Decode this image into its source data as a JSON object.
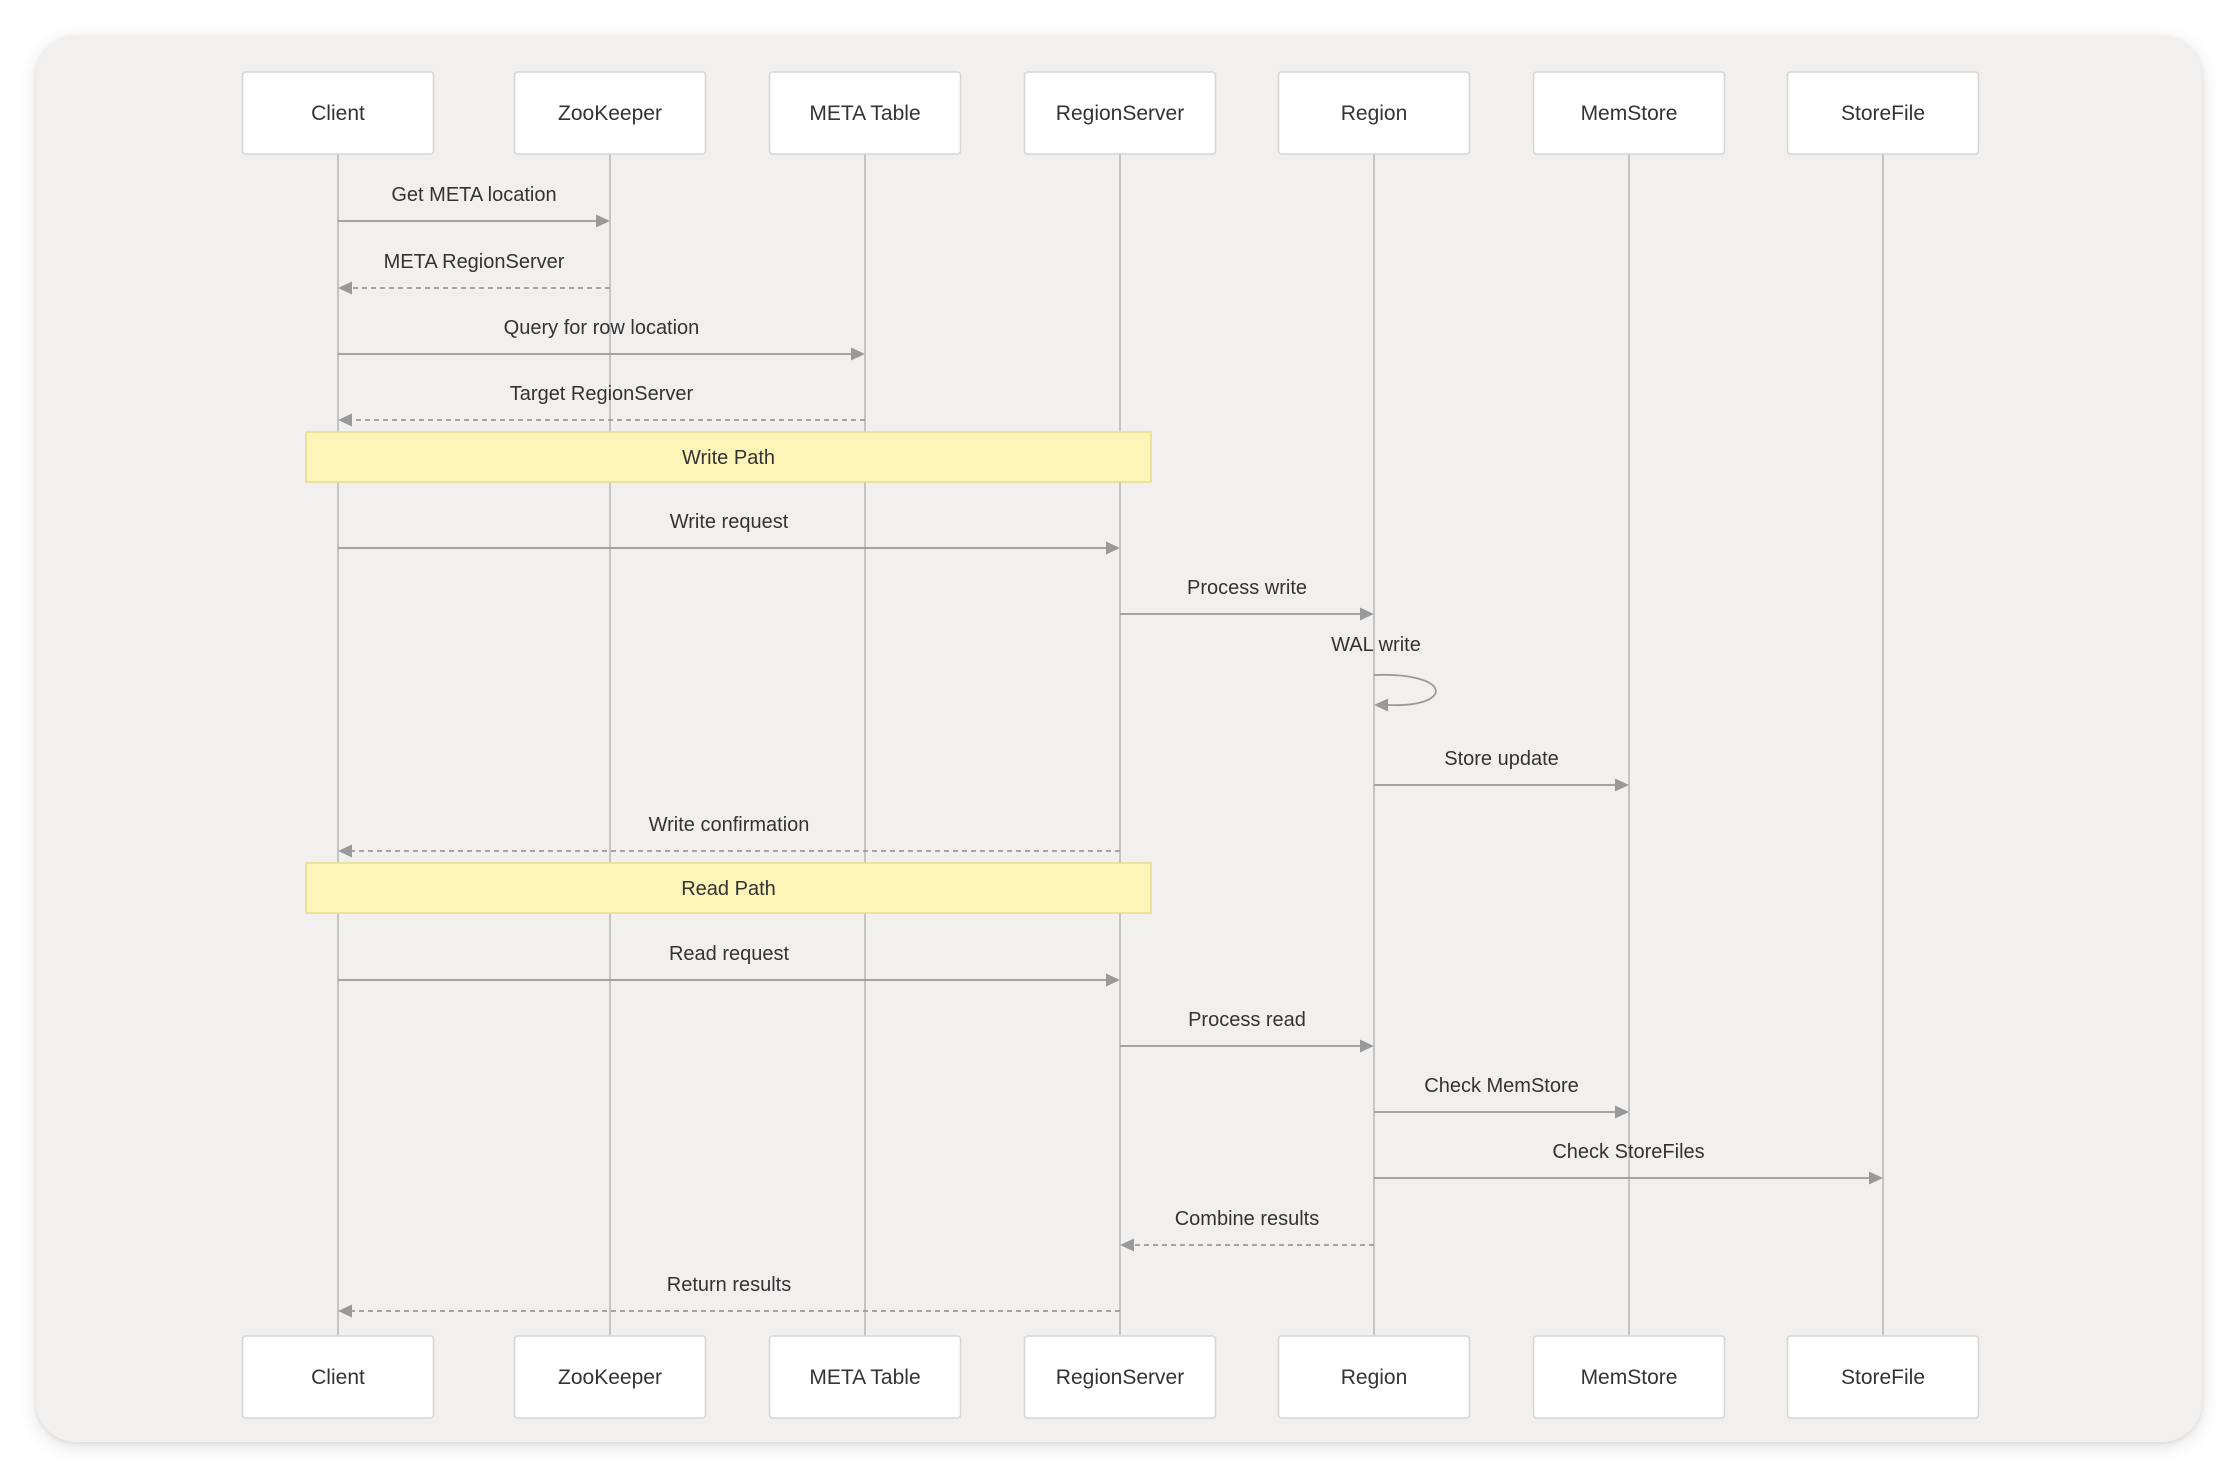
{
  "diagram": {
    "type": "sequence",
    "participants": [
      {
        "id": "client",
        "label": "Client"
      },
      {
        "id": "zookeeper",
        "label": "ZooKeeper"
      },
      {
        "id": "meta",
        "label": "META Table"
      },
      {
        "id": "regionserver",
        "label": "RegionServer"
      },
      {
        "id": "region",
        "label": "Region"
      },
      {
        "id": "memstore",
        "label": "MemStore"
      },
      {
        "id": "storefile",
        "label": "StoreFile"
      }
    ],
    "steps": [
      {
        "kind": "message",
        "from": "client",
        "to": "zookeeper",
        "label": "Get META location",
        "style": "solid"
      },
      {
        "kind": "message",
        "from": "zookeeper",
        "to": "client",
        "label": "META RegionServer",
        "style": "dashed"
      },
      {
        "kind": "message",
        "from": "client",
        "to": "meta",
        "label": "Query for row location",
        "style": "solid"
      },
      {
        "kind": "message",
        "from": "meta",
        "to": "client",
        "label": "Target RegionServer",
        "style": "dashed"
      },
      {
        "kind": "note",
        "over": [
          "client",
          "regionserver"
        ],
        "label": "Write Path"
      },
      {
        "kind": "message",
        "from": "client",
        "to": "regionserver",
        "label": "Write request",
        "style": "solid"
      },
      {
        "kind": "message",
        "from": "regionserver",
        "to": "region",
        "label": "Process write",
        "style": "solid"
      },
      {
        "kind": "self",
        "on": "region",
        "label": "WAL write",
        "style": "solid"
      },
      {
        "kind": "message",
        "from": "region",
        "to": "memstore",
        "label": "Store update",
        "style": "solid"
      },
      {
        "kind": "message",
        "from": "regionserver",
        "to": "client",
        "label": "Write confirmation",
        "style": "dashed"
      },
      {
        "kind": "note",
        "over": [
          "client",
          "regionserver"
        ],
        "label": "Read Path"
      },
      {
        "kind": "message",
        "from": "client",
        "to": "regionserver",
        "label": "Read request",
        "style": "solid"
      },
      {
        "kind": "message",
        "from": "regionserver",
        "to": "region",
        "label": "Process read",
        "style": "solid"
      },
      {
        "kind": "message",
        "from": "region",
        "to": "memstore",
        "label": "Check MemStore",
        "style": "solid"
      },
      {
        "kind": "message",
        "from": "region",
        "to": "storefile",
        "label": "Check StoreFiles",
        "style": "solid"
      },
      {
        "kind": "message",
        "from": "region",
        "to": "regionserver",
        "label": "Combine results",
        "style": "dashed"
      },
      {
        "kind": "message",
        "from": "regionserver",
        "to": "client",
        "label": "Return results",
        "style": "dashed"
      }
    ]
  },
  "colors": {
    "panel_background": "#f2f0ef",
    "actor_fill": "#ffffff",
    "note_fill": "#fdf4b8",
    "line": "#9a9a9a",
    "lifeline": "#c4c4c4"
  }
}
